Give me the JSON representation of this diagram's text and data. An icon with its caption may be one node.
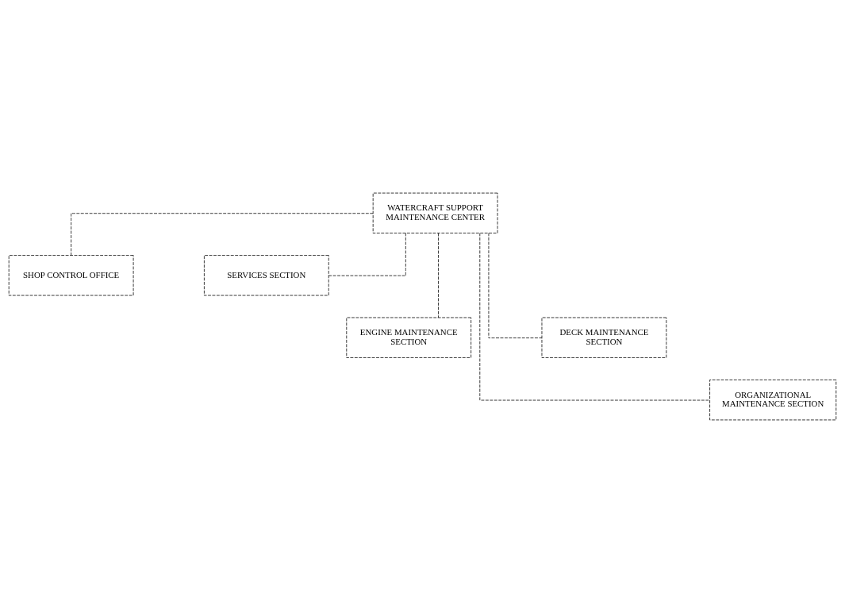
{
  "diagram": {
    "nodes": [
      {
        "text": [
          "WATERCRAFT SUPPORT MAINTENANCE CENTER"
        ]
      },
      {
        "text": [
          "SHOP CONTROL OFFICE"
        ]
      },
      {
        "text": [
          "SERVICES SECTION"
        ]
      },
      {
        "text": [
          "ENGINE MAINTENANCE SECTION"
        ]
      },
      {
        "text": [
          "DECK MAINTENANCE SECTION"
        ]
      },
      {
        "text": [
          "ORGANIZATIONAL MAINTENANCE SECTION"
        ]
      }
    ],
    "edges": [
      {
        "from": 0,
        "to": 1,
        "arrow": "none"
      },
      {
        "from": 0,
        "to": 2,
        "arrow": "none"
      },
      {
        "from": 0,
        "to": 3,
        "arrow": "none"
      },
      {
        "from": 0,
        "to": 4,
        "arrow": "none"
      },
      {
        "from": 0,
        "to": 5,
        "arrow": "none"
      }
    ]
  }
}
